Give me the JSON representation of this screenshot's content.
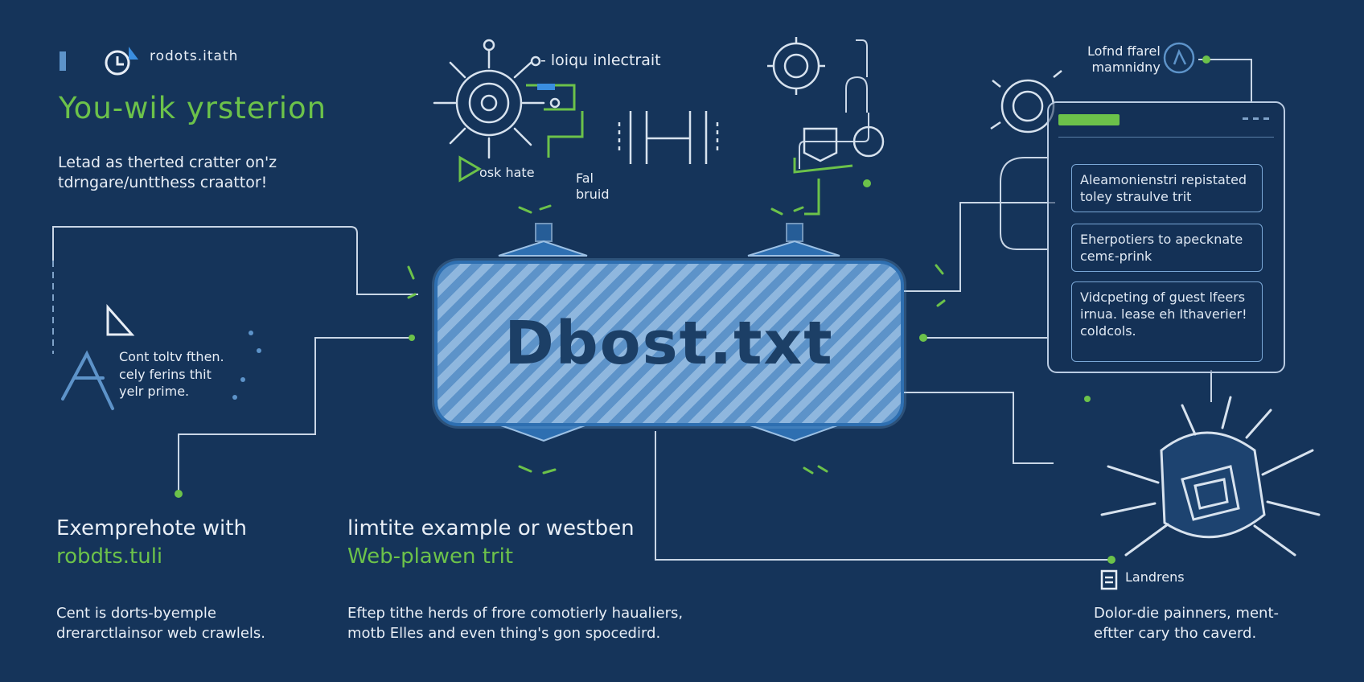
{
  "brand": {
    "name": "rodots.itath"
  },
  "headline": "You-wik yrsterion",
  "intro": {
    "line1": "Letad as therted cratter on'z",
    "line2": "tdrngare/untthess craattor!"
  },
  "top_labels": {
    "label1": "- loiqu inlectrait",
    "label2": "osk hate",
    "label3_line1": "Fal",
    "label3_line2": "bruid"
  },
  "hub": {
    "title": "Dbost.txt"
  },
  "left_note": {
    "line1": "Cont toltv fthen.",
    "line2": "cely ferins thit",
    "line3": "yelr prime."
  },
  "panel": {
    "label_line1": "Lofnd ffarel",
    "label_line2": "mamnidny",
    "cards": [
      {
        "text": "Aleamonienstri repistated toley straulve trit"
      },
      {
        "text": "Eherpotiers to apecknate cemɛ-prink"
      },
      {
        "text": "Vidcpeting of guest lfeers irnua. lease eh Ithaverier! coldcols."
      }
    ]
  },
  "sections": [
    {
      "title_line1": "Exemprehote with",
      "title_line2": "robdts.tuli",
      "body_line1": "Cent is dorts-byemple",
      "body_line2": "drerarctlainsor web crawlels."
    },
    {
      "title_line1": "limtite example or westben",
      "title_line2": "Web-plawen trit",
      "body_line1": "Eftep tithe herds of frore comotierly haualiers,",
      "body_line2": "motb Elles and even thing's gon spocedird."
    },
    {
      "legend": "Landrens",
      "body_line1": "Dolor-die painners, ment-",
      "body_line2": "eftter cary tho caverd."
    }
  ],
  "colors": {
    "background": "#15345a",
    "accent": "#6cc24a",
    "hub": "#5d93c9",
    "line": "#c9d6e6"
  }
}
